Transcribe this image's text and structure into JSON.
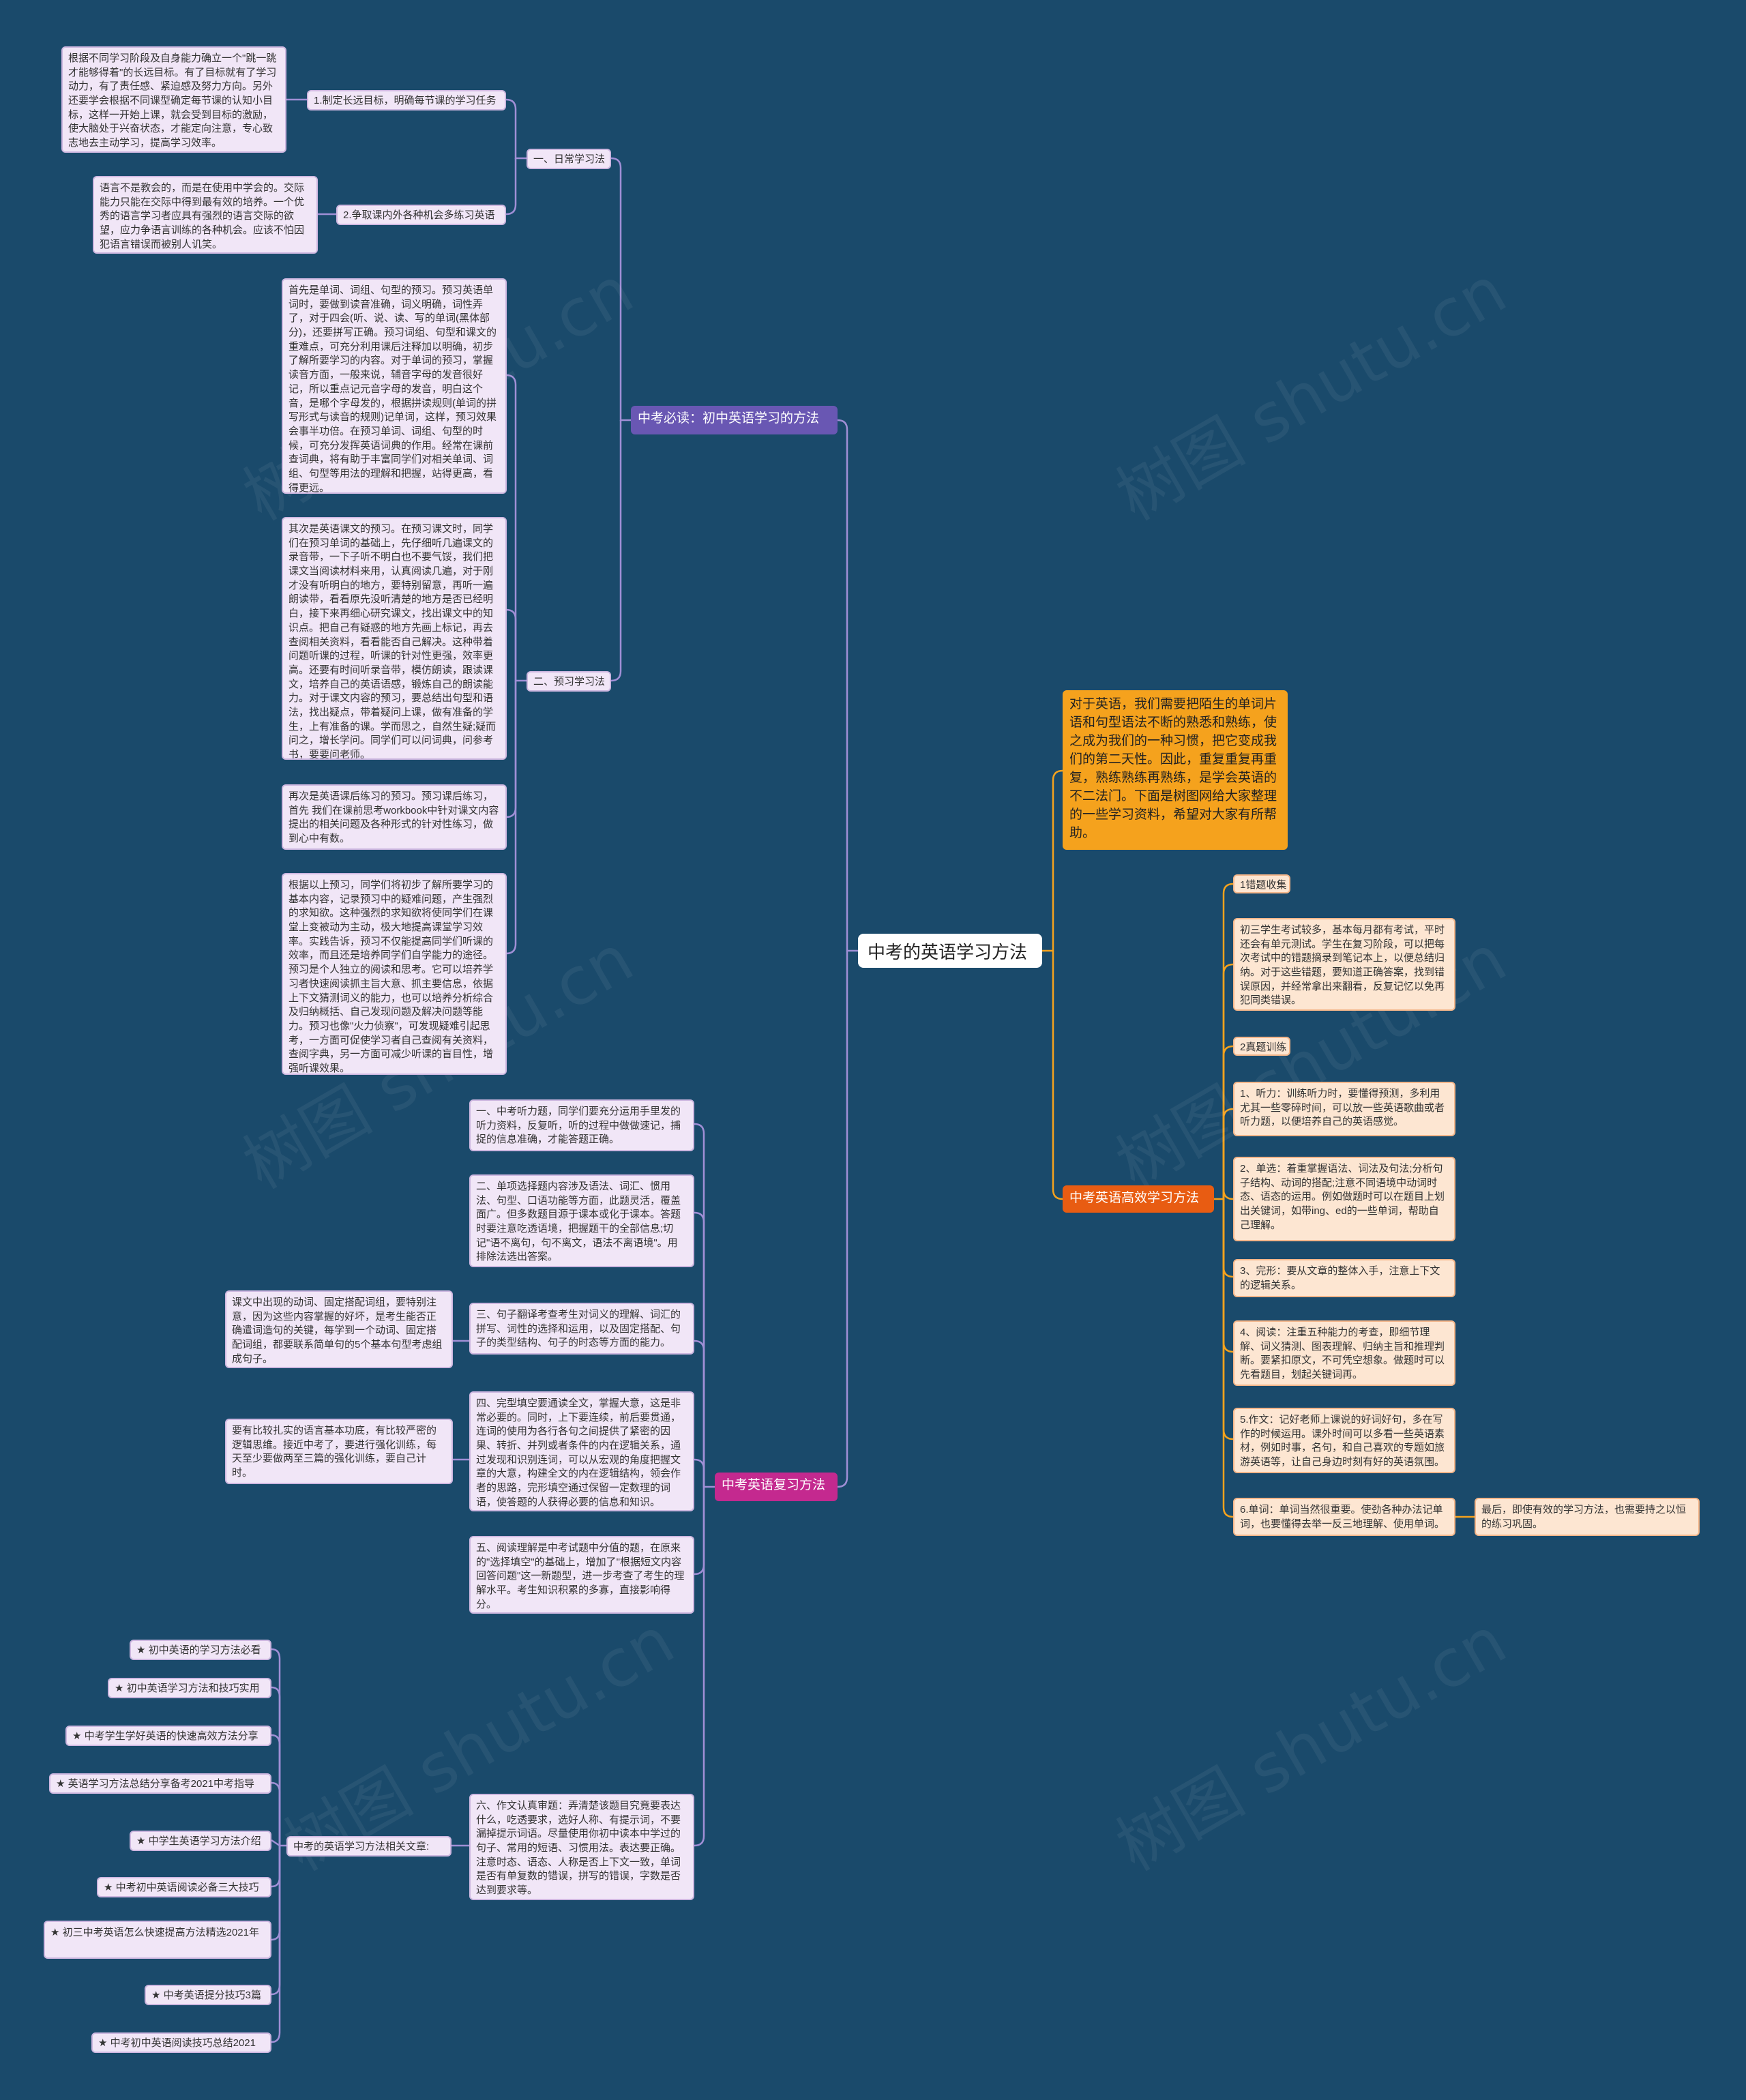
{
  "center": "中考的英语学习方法",
  "intro": "对于英语，我们需要把陌生的单词片语和句型语法不断的熟悉和熟练，使之成为我们的一种习惯，把它变成我们的第二天性。因此，重复重复再重复，熟练熟练再熟练，是学会英语的不二法门。下面是树图网给大家整理的一些学习资料，希望对大家有所帮助。",
  "watermark": "树图 shutu.cn",
  "branch1": {
    "label": "中考必读：初中英语学习的方法",
    "sub1": {
      "label": "一、日常学习法",
      "item1": {
        "label": "1.制定长远目标，明确每节课的学习任务",
        "detail": "根据不同学习阶段及自身能力确立一个\"跳一跳才能够得着\"的长远目标。有了目标就有了学习动力，有了责任感、紧迫感及努力方向。另外还要学会根据不同课型确定每节课的认知小目标，这样一开始上课，就会受到目标的激励，使大脑处于兴奋状态，才能定向注意，专心致志地去主动学习，提高学习效率。"
      },
      "item2": {
        "label": "2.争取课内外各种机会多练习英语",
        "detail": "语言不是教会的，而是在使用中学会的。交际能力只能在交际中得到最有效的培养。一个优秀的语言学习者应具有强烈的语言交际的欲望，应力争语言训练的各种机会。应该不怕因犯语言错误而被别人讥笑。"
      }
    },
    "sub2": {
      "label": "二、预习学习法",
      "details": [
        "首先是单词、词组、句型的预习。预习英语单词时，要做到读音准确，词义明确，词性弄了，对于四会(听、说、读、写的单词(黑体部分)，还要拼写正确。预习词组、句型和课文的重难点，可充分利用课后注释加以明确，初步了解所要学习的内容。对于单词的预习，掌握读音方面，一般来说，辅音字母的发音很好记，所以重点记元音字母的发音，明白这个音，是哪个字母发的，根据拼读规则(单词的拼写形式与读音的规则)记单词，这样，预习效果会事半功倍。在预习单词、词组、句型的时候，可充分发挥英语词典的作用。经常在课前查词典，将有助于丰富同学们对相关单词、词组、句型等用法的理解和把握，站得更高，看得更远。",
        "其次是英语课文的预习。在预习课文时，同学们在预习单词的基础上，先仔细听几遍课文的录音带，一下子听不明白也不要气馁，我们把课文当阅读材料来用，认真阅读几遍，对于刚才没有听明白的地方，要特别留意，再听一遍朗读带，看看原先没听清楚的地方是否已经明白，接下来再细心研究课文，找出课文中的知识点。把自己有疑惑的地方先画上标记，再去查阅相关资料，看看能否自己解决。这种带着问题听课的过程，听课的针对性更强，效率更高。还要有时间听录音带，模仿朗读，跟读课文，培养自己的英语语感，锻炼自己的朗读能力。对于课文内容的预习，要总结出句型和语法，找出疑点，带着疑问上课，做有准备的学生，上有准备的课。学而思之，自然生疑;疑而问之，增长学问。同学们可以问词典，问参考书，要要问老师。",
        "再次是英语课后练习的预习。预习课后练习，首先 我们在课前思考workbook中针对课文内容提出的相关问题及各种形式的针对性练习，做到心中有数。",
        "根据以上预习，同学们将初步了解所要学习的基本内容，记录预习中的疑难问题，产生强烈的求知欲。这种强烈的求知欲将使同学们在课堂上变被动为主动，极大地提高课堂学习效率。实践告诉，预习不仅能提高同学们听课的效率，而且还是培养同学们自学能力的途径。预习是个人独立的阅读和思考。它可以培养学习者快速阅读抓主旨大意、抓主要信息，依据上下文猜测词义的能力，也可以培养分析综合及归纳概括、自己发现问题及解决问题等能力。预习也像\"火力侦察\"，可发现疑难引起思考，一方面可促使学习者自己查阅有关资料，查阅字典，另一方面可减少听课的盲目性，增强听课效果。"
      ]
    }
  },
  "branch2": {
    "label": "中考英语复习方法",
    "items": [
      "一、中考听力题，同学们要充分运用手里发的听力资料，反复听，听的过程中做做速记，捕捉的信息准确，才能答题正确。",
      "二、单项选择题内容涉及语法、词汇、惯用法、句型、口语功能等方面，此题灵活，覆盖面广。但多数题目源于课本或化于课本。答题时要注意吃透语境，把握题干的全部信息;切记\"语不离句，句不离文，语法不离语境\"。用排除法选出答案。",
      "三、句子翻译考查考生对词义的理解、词汇的拼写、词性的选择和运用，以及固定搭配、句子的类型结构、句子的时态等方面的能力。",
      "四、完型填空要通读全文，掌握大意，这是非常必要的。同时，上下要连续，前后要贯通，连词的使用为各行各句之间提供了紧密的因果、转折、并列或者条件的内在逻辑关系，通过发现和识别连词，可以从宏观的角度把握文章的大意，构建全文的内在逻辑结构，领会作者的思路，完形填空通过保留一定数理的词语，使答题的人获得必要的信息和知识。",
      "五、阅读理解是中考试题中分值的题，在原来的\"选择填空\"的基础上，增加了\"根据短文内容回答问题\"这一新题型，进一步考查了考生的理解水平。考生知识积累的多寡，直接影响得分。",
      "六、作文认真审题：弄清楚该题目究竟要表达什么，吃透要求，选好人称、有提示词，不要漏掉提示词语。尽量使用你初中读本中学过的句子、常用的短语、习惯用法。表达要正确。注意时态、语态、人称是否上下文一致，单词是否有单复数的错误，拼写的错误，字数是否达到要求等。"
    ],
    "notes": [
      "课文中出现的动词、固定搭配词组，要特别注意，因为这些内容掌握的好坏，是考生能否正确遣词造句的关键，每学到一个动词、固定搭配词组，都要联系简单句的5个基本句型考虑组成句子。",
      "要有比较扎实的语言基本功底，有比较严密的逻辑思维。接近中考了，要进行强化训练，每天至少要做两至三篇的强化训练，要自己计时。"
    ],
    "related": {
      "label": "中考的英语学习方法相关文章:",
      "links": [
        "★ 初中英语的学习方法必看",
        "★ 初中英语学习方法和技巧实用",
        "★ 中考学生学好英语的快速高效方法分享",
        "★ 英语学习方法总结分享备考2021中考指导",
        "★ 中学生英语学习方法介绍",
        "★ 中考初中英语阅读必备三大技巧",
        "★ 初三中考英语怎么快速提高方法精选2021年",
        "★ 中考英语提分技巧3篇",
        "★ 中考初中英语阅读技巧总结2021"
      ]
    }
  },
  "branch3": {
    "label": "中考英语高效学习方法",
    "items": [
      "1错题收集",
      "初三学生考试较多，基本每月都有考试，平时还会有单元测试。学生在复习阶段，可以把每次考试中的错题摘录到笔记本上，以便总结归纳。对于这些错题，要知道正确答案，找到错误原因，并经常拿出来翻看，反复记忆以免再犯同类错误。",
      "2真题训练",
      "1、听力：训练听力时，要懂得预测，多利用尤其一些零碎时间，可以放一些英语歌曲或者听力题，以便培养自己的英语感觉。",
      "2、单选：着重掌握语法、词法及句法;分析句子结构、动词的搭配;注意不同语境中动词时态、语态的运用。例如做题时可以在题目上划出关键词，如带ing、ed的一些单词，帮助自己理解。",
      "3、完形：要从文章的整体入手，注意上下文的逻辑关系。",
      "4、阅读：注重五种能力的考查，即细节理解、词义猜测、图表理解、归纳主旨和推理判断。要紧扣原文，不可凭空想象。做题时可以先看题目，划起关键词再。",
      "5.作文：记好老师上课说的好词好句，多在写作的时候运用。课外时间可以多看一些英语素材，例如时事，名句，和自己喜欢的专题如旅游英语等，让自己身边时刻有好的英语氛围。",
      "6.单词：单词当然很重要。使劲各种办法记单词，也要懂得去举一反三地理解、使用单词。"
    ],
    "final": "最后，即使有效的学习方法，也需要持之以恒的练习巩固。"
  },
  "colors": {
    "background": "#1a4a6b",
    "purple_branch": "#6957b3",
    "magenta_branch": "#c4298f",
    "orange_branch": "#e85c12",
    "intro": "#f5a21d",
    "left_box": "#f1e6f7",
    "right_box": "#fde6d2",
    "line_left": "#a08fd6",
    "line_right": "#f5a21d"
  }
}
